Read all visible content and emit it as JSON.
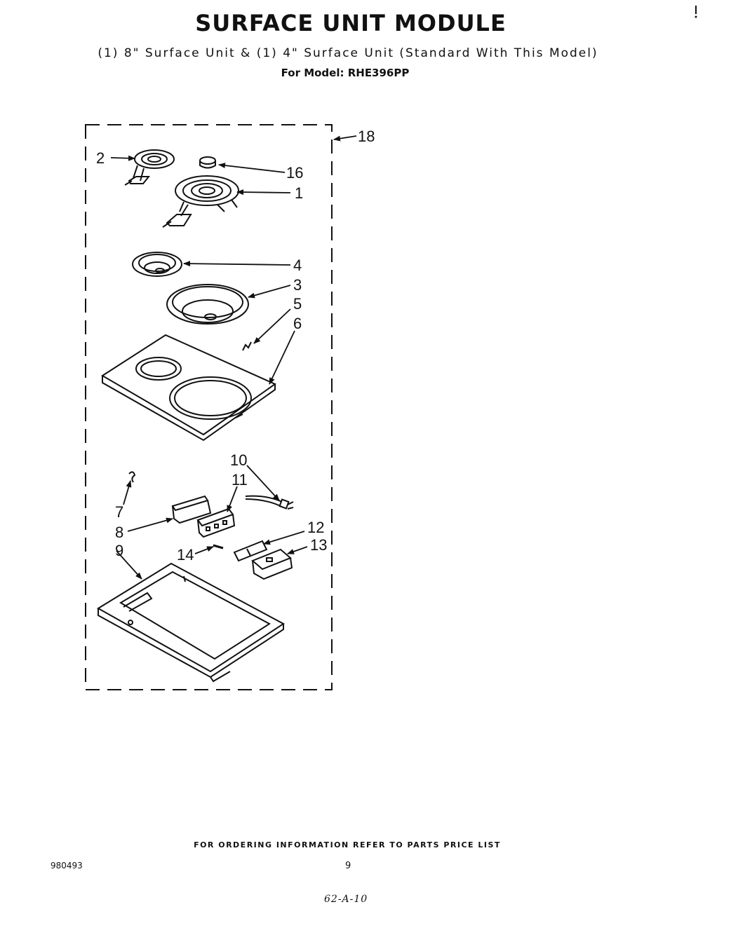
{
  "header": {
    "title": "SURFACE UNIT MODULE",
    "subtitle": "(1) 8\" Surface Unit & (1) 4\" Surface Unit (Standard With This Model)",
    "model": "For Model: RHE396PP"
  },
  "callouts": {
    "c1": "1",
    "c2": "2",
    "c3": "3",
    "c4": "4",
    "c5": "5",
    "c6": "6",
    "c7": "7",
    "c8": "8",
    "c9": "9",
    "c10": "10",
    "c11": "11",
    "c12": "12",
    "c13": "13",
    "c14": "14",
    "c16": "16",
    "c18": "18"
  },
  "footer": {
    "note": "FOR ORDERING INFORMATION REFER TO PARTS PRICE LIST",
    "doc_number": "980493",
    "page_number": "9",
    "handwritten": "62-A-10"
  }
}
